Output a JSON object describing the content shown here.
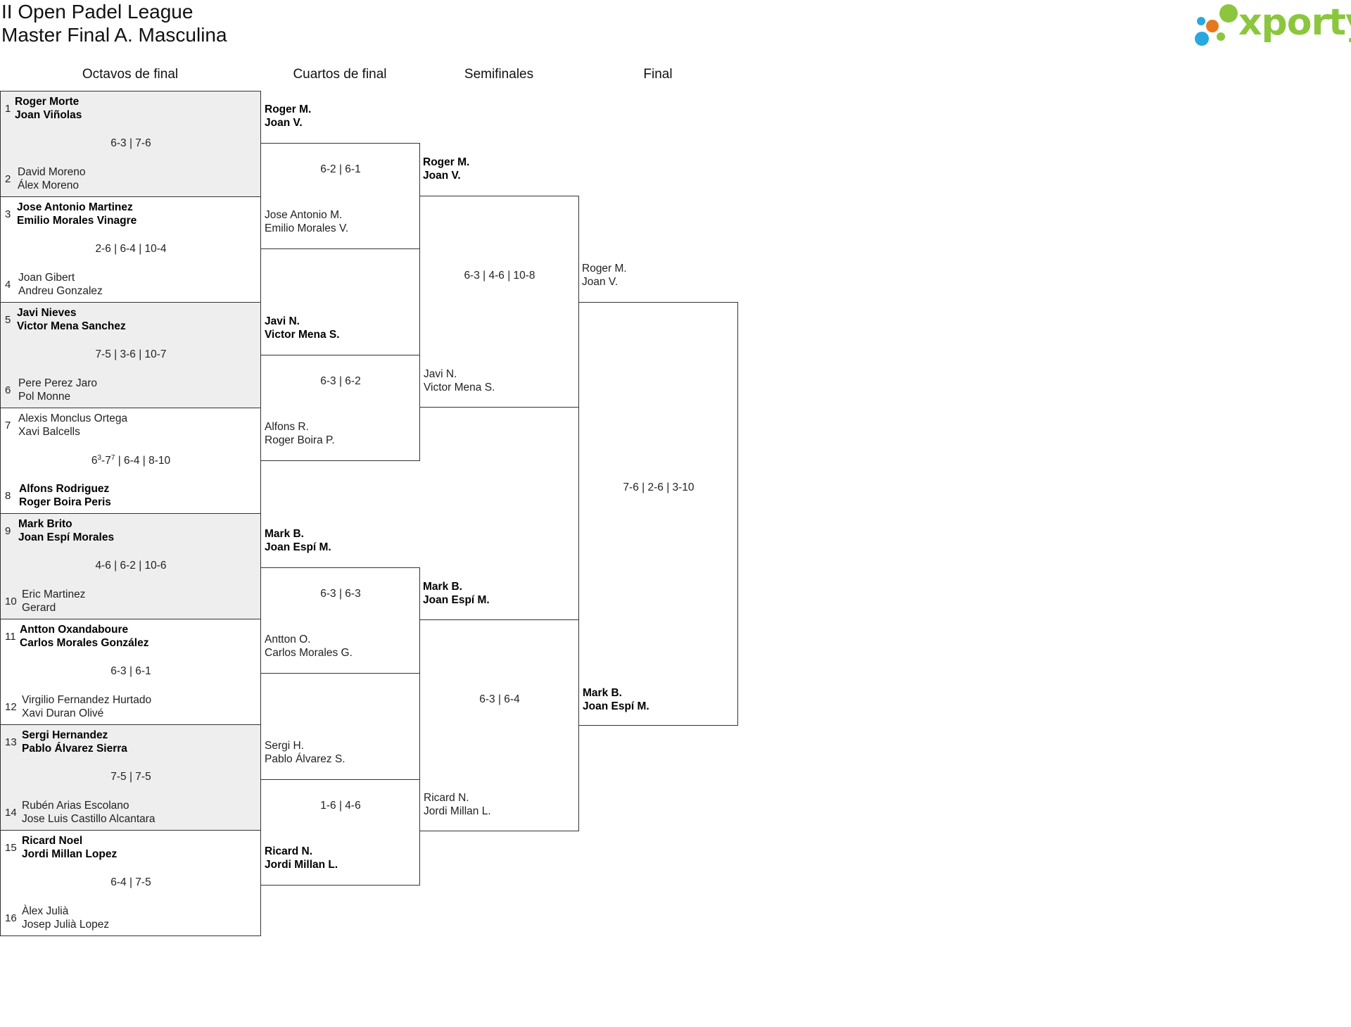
{
  "header": {
    "title_line1": "II Open Padel League",
    "title_line2": "Master Final A. Masculina",
    "logo_text": "xporty",
    "logo_colors": [
      "#8cc63f",
      "#e87722",
      "#29a8e0"
    ]
  },
  "rounds": [
    "Octavos de final",
    "Cuartos de final",
    "Semifinales",
    "Final"
  ],
  "r16": [
    {
      "seed_a": "1",
      "a1": "Roger Morte",
      "a2": "Joan Viñolas",
      "seed_b": "2",
      "b1": "David Moreno",
      "b2": "Álex Moreno",
      "score": "6-3 | 7-6",
      "winner": "a"
    },
    {
      "seed_a": "3",
      "a1": "Jose Antonio Martinez",
      "a2": "Emilio Morales Vinagre",
      "seed_b": "4",
      "b1": "Joan Gibert",
      "b2": "Andreu Gonzalez",
      "score": "2-6 | 6-4 | 10-4",
      "winner": "a"
    },
    {
      "seed_a": "5",
      "a1": "Javi Nieves",
      "a2": "Victor Mena Sanchez",
      "seed_b": "6",
      "b1": "Pere Perez Jaro",
      "b2": "Pol Monne",
      "score": "7-5 | 3-6 | 10-7",
      "winner": "a"
    },
    {
      "seed_a": "7",
      "a1": "Alexis Monclus Ortega",
      "a2": "Xavi Balcells",
      "seed_b": "8",
      "b1": "Alfons Rodriguez",
      "b2": "Roger Boira Peris",
      "score_pre": "6",
      "score_sup1": "3",
      "score_mid": "-7",
      "score_sup2": "7",
      "score_post": " | 6-4 | 8-10",
      "winner": "b"
    },
    {
      "seed_a": "9",
      "a1": "Mark Brito",
      "a2": "Joan Espí Morales",
      "seed_b": "10",
      "b1": "Eric Martinez",
      "b2": "Gerard",
      "score": "4-6 | 6-2 | 10-6",
      "winner": "a"
    },
    {
      "seed_a": "11",
      "a1": "Antton Oxandaboure",
      "a2": "Carlos Morales González",
      "seed_b": "12",
      "b1": "Virgilio Fernandez Hurtado",
      "b2": "Xavi Duran Olivé",
      "score": "6-3 | 6-1",
      "winner": "a"
    },
    {
      "seed_a": "13",
      "a1": "Sergi Hernandez",
      "a2": "Pablo Álvarez Sierra",
      "seed_b": "14",
      "b1": "Rubén Arias Escolano",
      "b2": "Jose Luis Castillo Alcantara",
      "score": "7-5 | 7-5",
      "winner": "a"
    },
    {
      "seed_a": "15",
      "a1": "Ricard Noel",
      "a2": "Jordi Millan Lopez",
      "seed_b": "16",
      "b1": "Àlex Julià",
      "b2": "Josep Julià Lopez",
      "score": "6-4 | 7-5",
      "winner": "a"
    }
  ],
  "qf": [
    {
      "a1": "Roger M.",
      "a2": "Joan V.",
      "b1": "Jose Antonio M.",
      "b2": "Emilio Morales V.",
      "score": "6-2 | 6-1",
      "winner": "a"
    },
    {
      "a1": "Javi N.",
      "a2": "Victor Mena S.",
      "b1": "Alfons R.",
      "b2": "Roger Boira P.",
      "score": "6-3 | 6-2",
      "winner": "a"
    },
    {
      "a1": "Mark B.",
      "a2": "Joan Espí M.",
      "b1": "Antton O.",
      "b2": "Carlos Morales G.",
      "score": "6-3 | 6-3",
      "winner": "a"
    },
    {
      "a1": "Sergi H.",
      "a2": "Pablo Álvarez S.",
      "b1": "Ricard N.",
      "b2": "Jordi Millan L.",
      "score": "1-6 | 4-6",
      "winner": "b"
    }
  ],
  "sf": [
    {
      "a1": "Roger M.",
      "a2": "Joan V.",
      "b1": "Javi N.",
      "b2": "Victor Mena S.",
      "score": "6-3 | 4-6 | 10-8",
      "winner": "a"
    },
    {
      "a1": "Mark B.",
      "a2": "Joan Espí M.",
      "b1": "Ricard N.",
      "b2": "Jordi Millan L.",
      "score": "6-3 | 6-4",
      "winner": "a"
    }
  ],
  "final": {
    "a1": "Roger M.",
    "a2": "Joan V.",
    "b1": "Mark B.",
    "b2": "Joan Espí M.",
    "score": "7-6 | 2-6 | 3-10",
    "winner": "b"
  }
}
